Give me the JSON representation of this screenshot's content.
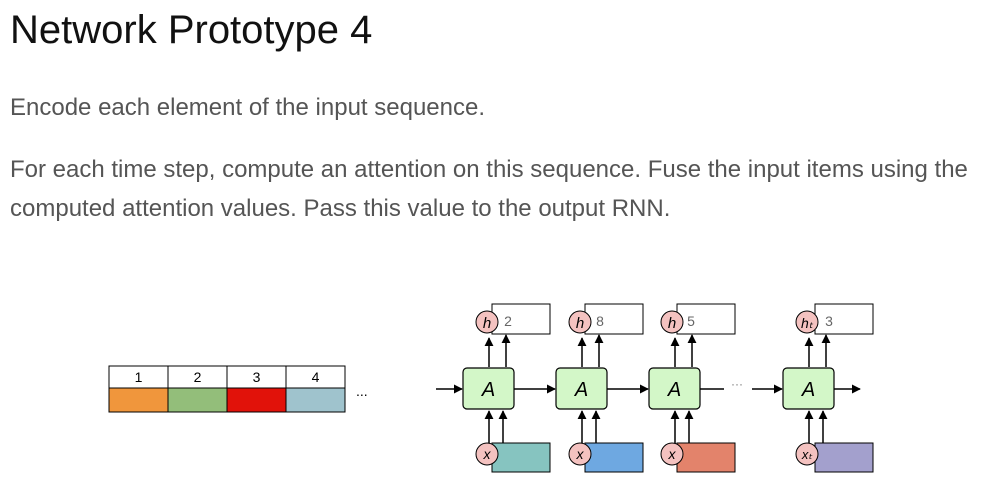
{
  "slide": {
    "title": "Network Prototype 4",
    "paragraph1": "Encode each element of the input sequence.",
    "paragraph2": "For each time step, compute an attention on this sequence. Fuse the input items using the computed attention values. Pass this value to the output RNN."
  },
  "sequence": {
    "cells": [
      {
        "label": "1",
        "color": "#f0963c"
      },
      {
        "label": "2",
        "color": "#93be7a"
      },
      {
        "label": "3",
        "color": "#e1120a"
      },
      {
        "label": "4",
        "color": "#9fc3cd"
      }
    ],
    "ellipsis": "..."
  },
  "rnn": {
    "cell_label": "A",
    "dots": "···",
    "cell_color": "#d3f7c8",
    "state_color": "#f4c2c0",
    "steps": [
      {
        "h": "h",
        "x": "x",
        "out": "2",
        "in_color": "#86c4c0"
      },
      {
        "h": "h",
        "x": "x",
        "out": "8",
        "in_color": "#6ea8e1"
      },
      {
        "h": "h",
        "x": "x",
        "out": "5",
        "in_color": "#e3836b"
      },
      {
        "h": "hₜ",
        "x": "xₜ",
        "out": "3",
        "in_color": "#a3a0cd"
      }
    ]
  }
}
